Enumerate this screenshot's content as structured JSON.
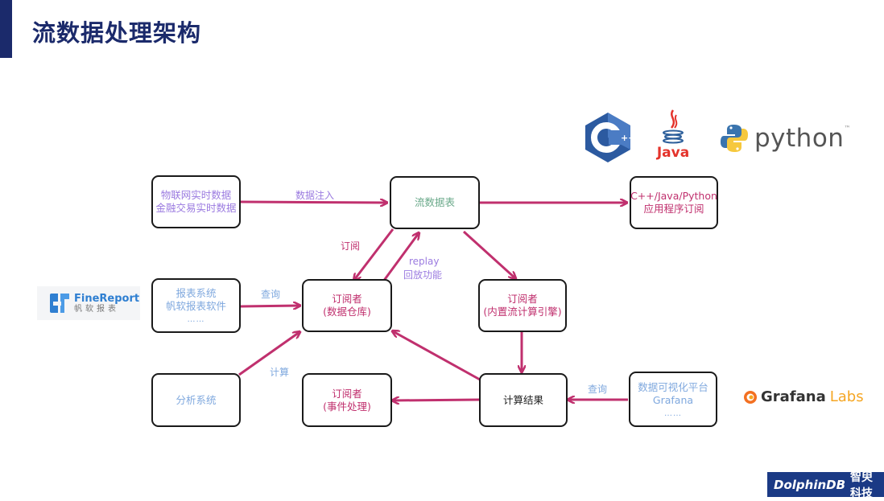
{
  "page": {
    "title": "流数据处理架构"
  },
  "nodes": {
    "source": {
      "line1": "物联网实时数据",
      "line2": "金融交易实时数据"
    },
    "stream_table": {
      "line1": "流数据表"
    },
    "app_sub": {
      "line1": "C++/Java/Python",
      "line2": "应用程序订阅"
    },
    "report": {
      "line1": "报表系统",
      "line2": "帆软报表软件",
      "dots": "……"
    },
    "warehouse": {
      "line1": "订阅者",
      "line2": "(数据仓库)"
    },
    "engine": {
      "line1": "订阅者",
      "line2": "(内置流计算引擎)"
    },
    "analysis": {
      "line1": "分析系统"
    },
    "event": {
      "line1": "订阅者",
      "line2": "(事件处理)"
    },
    "result": {
      "line1": "计算结果"
    },
    "viz": {
      "line1": "数据可视化平台",
      "line2": "Grafana",
      "dots": "……"
    }
  },
  "edge_labels": {
    "inject": "数据注入",
    "subscribe": "订阅",
    "replay_en": "replay",
    "replay_cn": "回放功能",
    "query_report": "查询",
    "compute": "计算",
    "query_viz": "查询"
  },
  "logos": {
    "cpp": "C++",
    "java": "Java",
    "python": "python",
    "python_tm": "™",
    "finereport_en": "FineReport",
    "finereport_cn": "帆软报表",
    "grafana": "Grafana",
    "grafana_labs": "Labs",
    "dolphindb": "DolphinDB",
    "dolphindb_cn": "智臾科技"
  },
  "colors": {
    "arrow": "#c0306e",
    "title": "#1b2a6b"
  }
}
